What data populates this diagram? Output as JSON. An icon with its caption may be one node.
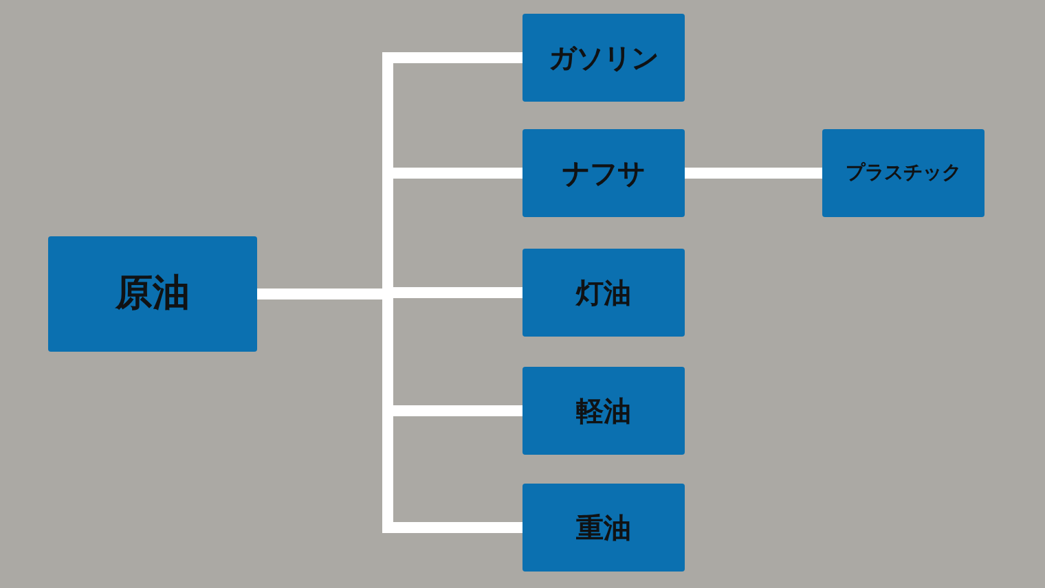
{
  "diagram": {
    "nodes": [
      {
        "text": [
          "原油"
        ]
      },
      {
        "text": [
          "ガソリン"
        ]
      },
      {
        "text": [
          "ナフサ"
        ]
      },
      {
        "text": [
          "灯油"
        ]
      },
      {
        "text": [
          "軽油"
        ]
      },
      {
        "text": [
          "重油"
        ]
      },
      {
        "text": [
          "プラスチック"
        ]
      }
    ],
    "edges": [
      {
        "from": 0,
        "to": 1,
        "arrow": "none"
      },
      {
        "from": 0,
        "to": 2,
        "arrow": "none"
      },
      {
        "from": 0,
        "to": 3,
        "arrow": "none"
      },
      {
        "from": 0,
        "to": 4,
        "arrow": "none"
      },
      {
        "from": 0,
        "to": 5,
        "arrow": "none"
      },
      {
        "from": 2,
        "to": 6,
        "arrow": "none"
      }
    ]
  }
}
